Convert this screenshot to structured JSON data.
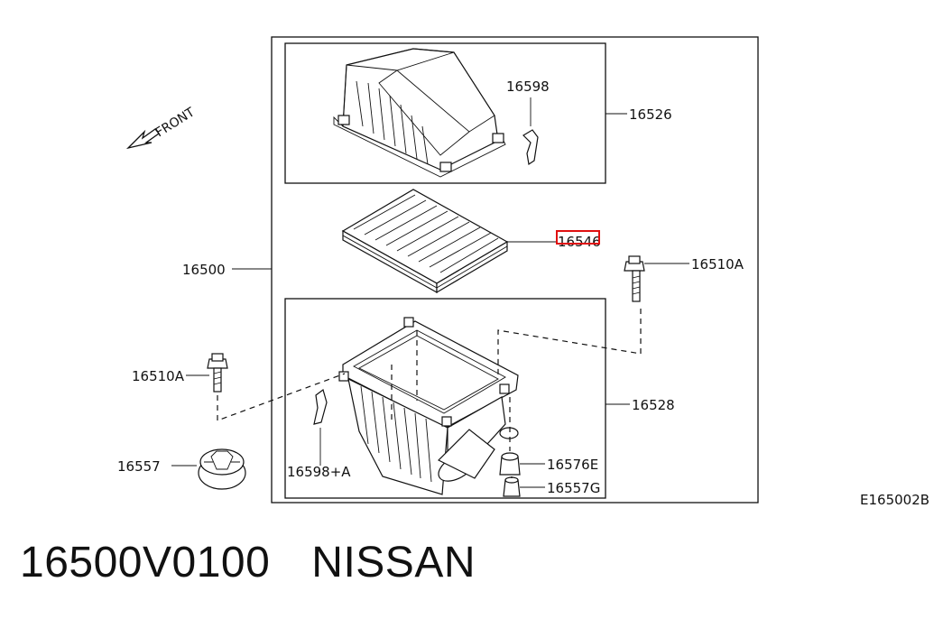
{
  "diagram": {
    "front_label": "FRONT",
    "ref_code": "E165002B",
    "callouts": {
      "p16598": "16598",
      "p16526": "16526",
      "p16546": "16546",
      "p16500": "16500",
      "p16510A_right": "16510A",
      "p16510A_left": "16510A",
      "p16528": "16528",
      "p16557": "16557",
      "p16598A": "16598+A",
      "p16576E": "16576E",
      "p16557G": "16557G"
    },
    "highlighted_part": "16546",
    "highlight_color": "#e01010"
  },
  "footer": {
    "part_number": "16500V0100",
    "brand": "NISSAN"
  }
}
